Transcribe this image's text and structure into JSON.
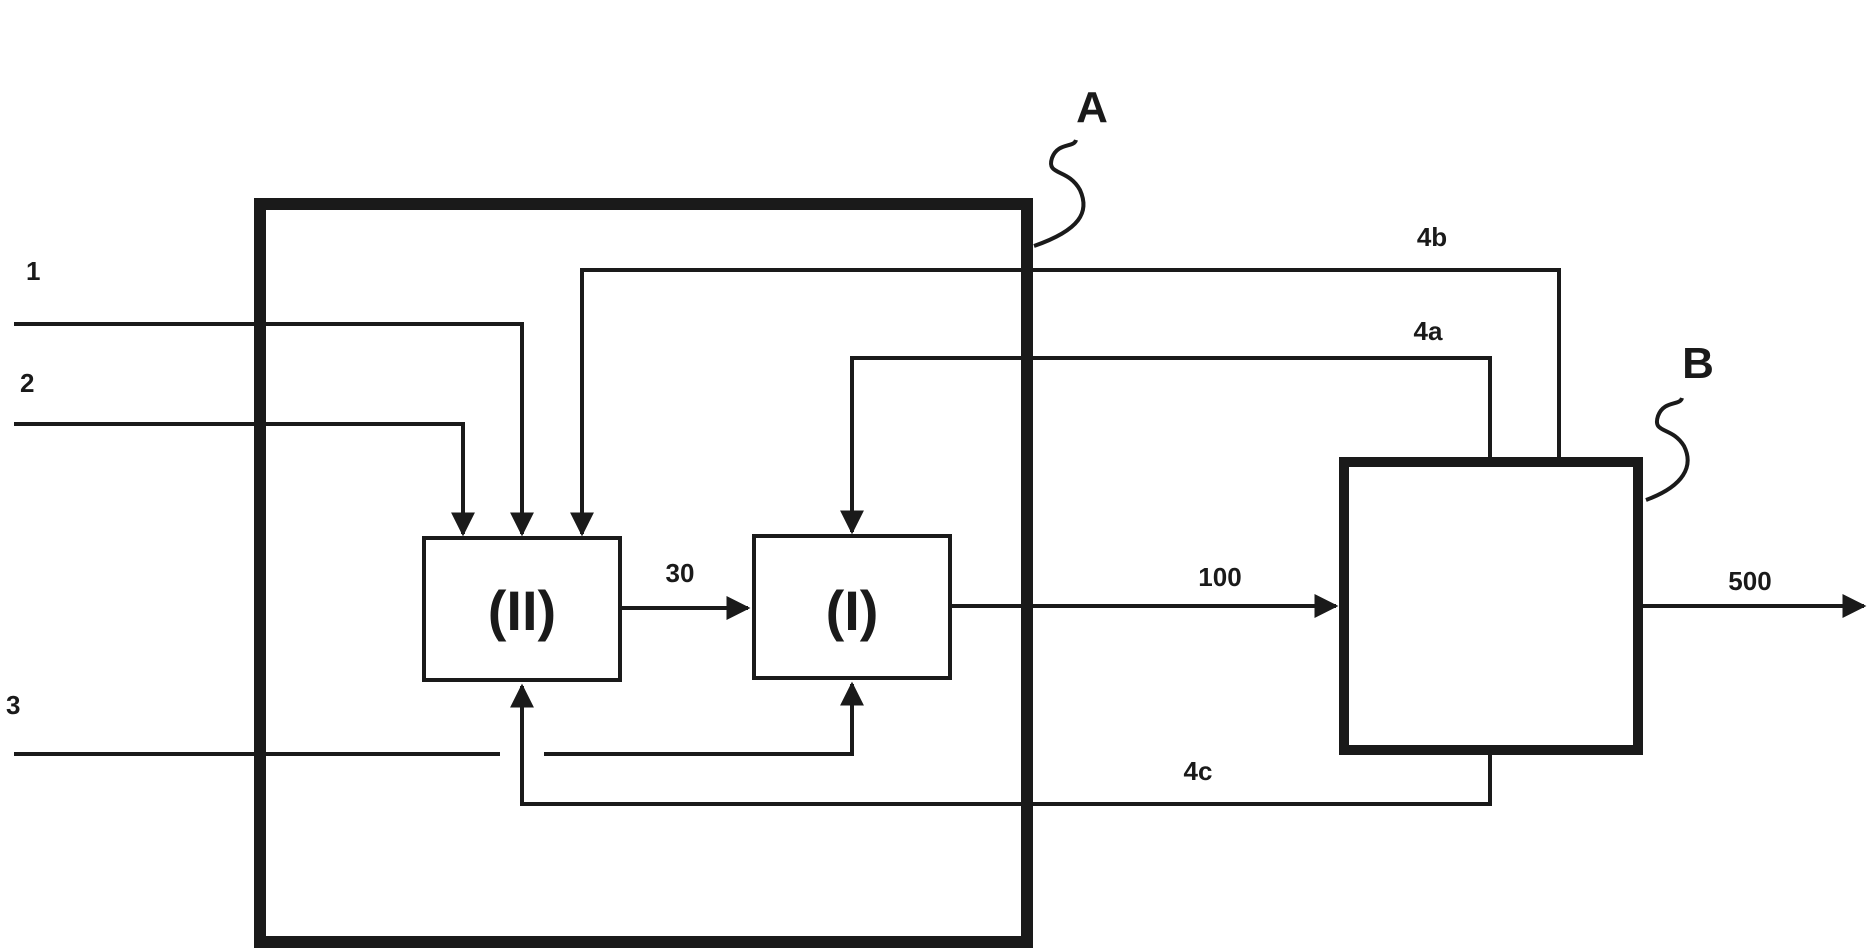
{
  "diagram": {
    "unit_A_label": "A",
    "unit_B_label": "B",
    "block_II_label": "(II)",
    "block_I_label": "(I)",
    "streams": {
      "s1": "1",
      "s2": "2",
      "s3": "3",
      "s30": "30",
      "s100": "100",
      "s500": "500",
      "s4a": "4a",
      "s4b": "4b",
      "s4c": "4c"
    }
  }
}
